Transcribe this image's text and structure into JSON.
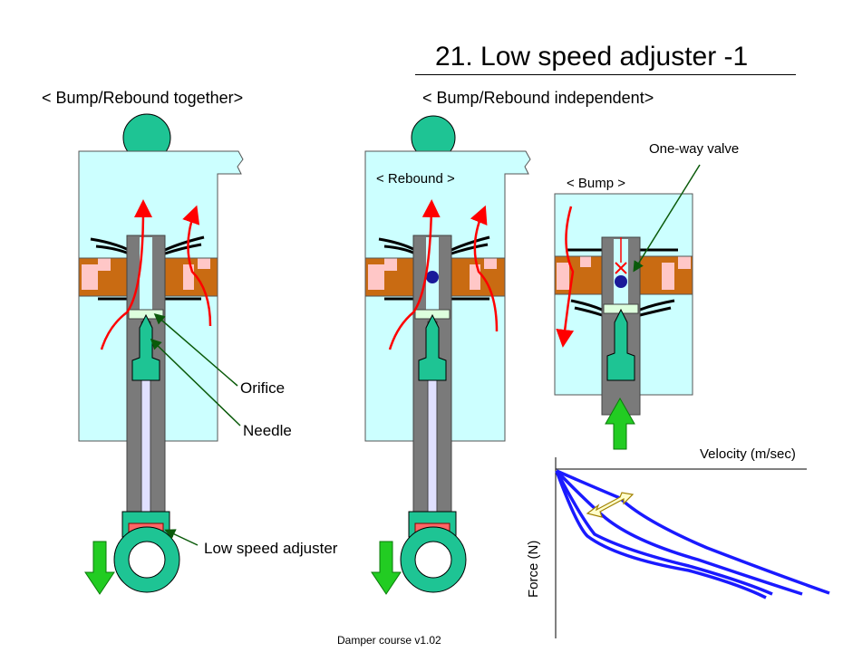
{
  "title": "21. Low speed adjuster -1",
  "left_heading": "< Bump/Rebound together>",
  "right_heading": "< Bump/Rebound independent>",
  "rebound_label": "< Rebound >",
  "bump_label": "< Bump >",
  "one_way_valve_label": "One-way valve",
  "orifice_label": "Orifice",
  "needle_label": "Needle",
  "low_speed_adjuster_label": "Low speed adjuster",
  "graph": {
    "x_label": "Velocity (m/sec)",
    "y_label": "Force (N)"
  },
  "footer": "Damper course v1.02",
  "colors": {
    "body_fill": "#ccffff",
    "teal": "#1ec494",
    "piston_orange": "#c96b12",
    "piston_pink": "#ffc7c7",
    "rod_gray": "#7a7a7a",
    "flow_red": "#ff0000",
    "force_curve_blue": "#1a1aff",
    "arrow_green": "#22cc22",
    "range_arrow": "#ffffcc"
  }
}
